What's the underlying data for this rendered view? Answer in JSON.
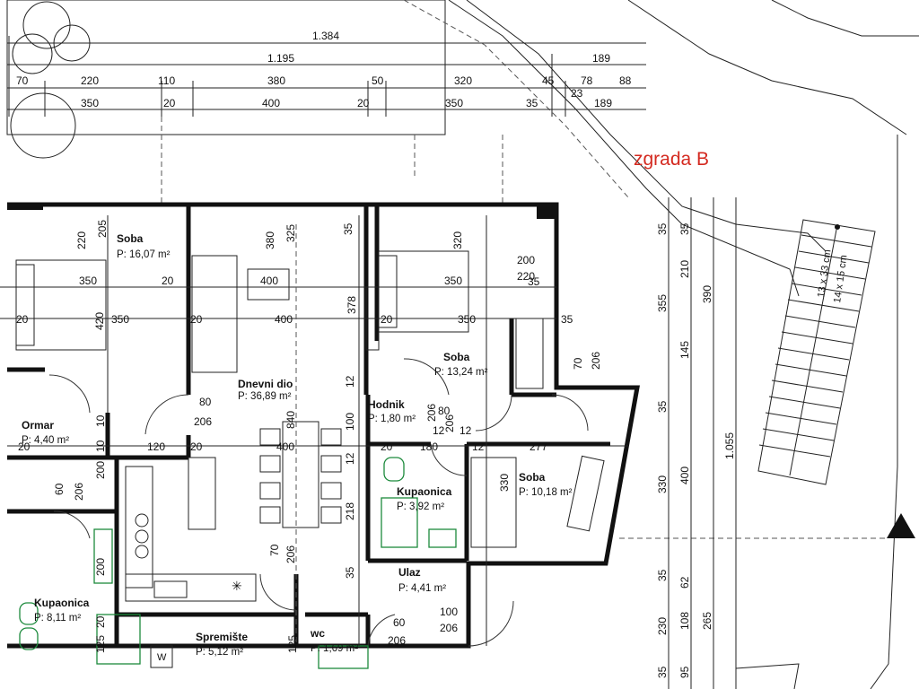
{
  "title": "zgrada B",
  "rooms": [
    {
      "name": "Soba",
      "area": "P: 16,07 m²"
    },
    {
      "name": "Dnevni dio",
      "area": "P: 36,89 m²"
    },
    {
      "name": "Soba",
      "area": "P: 13,24 m²"
    },
    {
      "name": "Hodnik",
      "area": "P: 1,80 m²"
    },
    {
      "name": "Ormar",
      "area": "P: 4,40 m²"
    },
    {
      "name": "Kupaonica",
      "area": "P: 3,92 m²"
    },
    {
      "name": "Soba",
      "area": "P: 10,18 m²"
    },
    {
      "name": "Ulaz",
      "area": "P: 4,41 m²"
    },
    {
      "name": "Kupaonica",
      "area": "P: 8,11 m²"
    },
    {
      "name": "Spremište",
      "area": "P: 5,12 m²"
    },
    {
      "name": "wc",
      "area": "P: 1,69 m²"
    }
  ],
  "top_dimensions": [
    "1.384",
    "1.195",
    "189",
    "70",
    "220",
    "110",
    "380",
    "50",
    "320",
    "45",
    "78",
    "88",
    "23",
    "350",
    "20",
    "400",
    "20",
    "350",
    "35",
    "189"
  ],
  "plan_dimensions": [
    "220",
    "205",
    "380",
    "325",
    "35",
    "320",
    "350",
    "20",
    "400",
    "350",
    "420",
    "20",
    "350",
    "20",
    "400",
    "378",
    "20",
    "350",
    "200",
    "220",
    "35",
    "35",
    "70",
    "206",
    "80",
    "206",
    "840",
    "12",
    "100",
    "12",
    "206",
    "80",
    "206",
    "20",
    "120",
    "20",
    "400",
    "20",
    "180",
    "12",
    "277",
    "10",
    "10",
    "200",
    "60",
    "206",
    "218",
    "330",
    "70",
    "206",
    "200",
    "125",
    "20",
    "125",
    "35",
    "60",
    "206",
    "100",
    "206",
    "12",
    "12"
  ],
  "right_dimensions": [
    "35",
    "35",
    "210",
    "355",
    "390",
    "145",
    "35",
    "330",
    "400",
    "1.055",
    "35",
    "62",
    "230",
    "108",
    "265",
    "95",
    "35"
  ],
  "stair_labels": [
    "13 x 33 cm",
    "14 x 15 cm"
  ],
  "fixture_label": "W",
  "colors": {
    "title": "#d42a20",
    "fixtures": "#1c8a3c",
    "lines": "#111111"
  }
}
